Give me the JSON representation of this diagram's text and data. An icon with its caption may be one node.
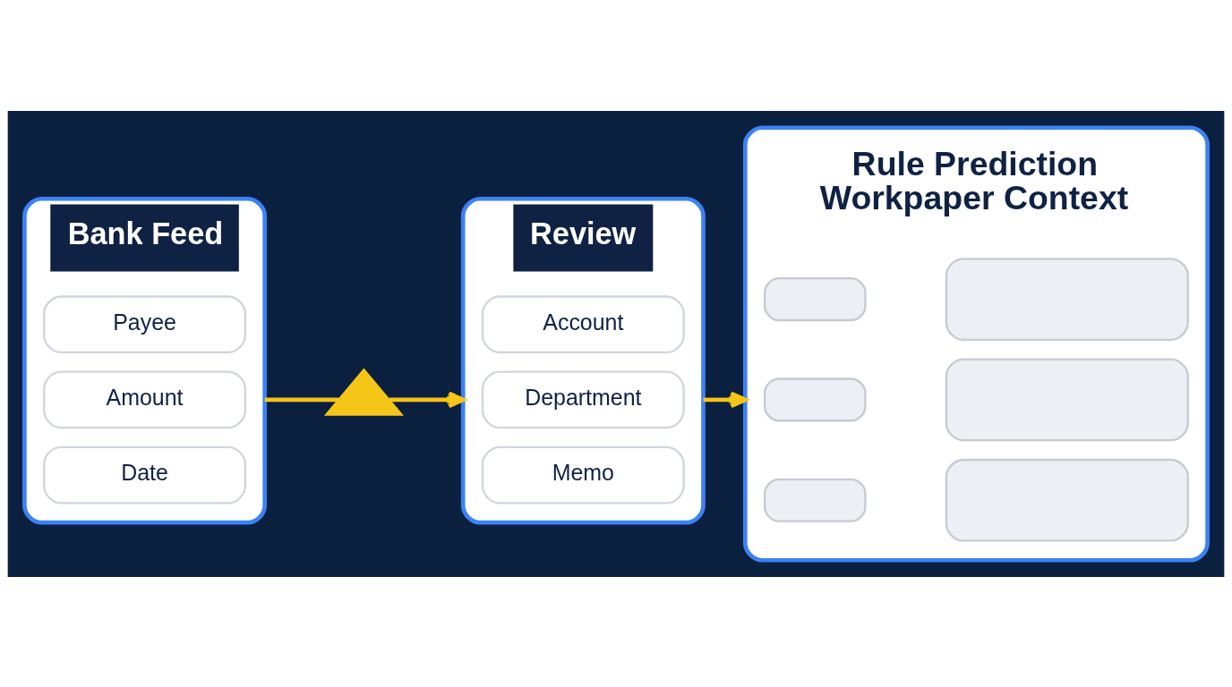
{
  "diagram": {
    "nodes": [
      {
        "text": [
          "Bank Feed"
        ]
      },
      {
        "text": [
          "Payee"
        ],
        "in": 0
      },
      {
        "text": [
          "Amount"
        ],
        "in": 0
      },
      {
        "text": [
          "Date"
        ],
        "in": 0
      },
      {
        "text": [],
        "shape": "triangle"
      },
      {
        "text": [
          "Review"
        ]
      },
      {
        "text": [
          "Account"
        ],
        "in": 5
      },
      {
        "text": [
          "Department"
        ],
        "in": 5
      },
      {
        "text": [
          "Memo"
        ],
        "in": 5
      },
      {
        "text": [
          "Rule Prediction",
          "Workpaper Context"
        ]
      },
      {
        "text": [],
        "shape": "box",
        "in": 9
      },
      {
        "text": [],
        "shape": "box",
        "in": 9
      },
      {
        "text": [],
        "shape": "box",
        "in": 9
      },
      {
        "text": [],
        "shape": "box",
        "in": 9
      },
      {
        "text": [],
        "shape": "box",
        "in": 9
      },
      {
        "text": [],
        "shape": "box",
        "in": 9
      }
    ],
    "edges": [
      {
        "from": 0,
        "to": 4,
        "arrow": "none"
      },
      {
        "from": 4,
        "to": 5,
        "arrow": "to"
      },
      {
        "from": 5,
        "to": 9,
        "arrow": "to"
      }
    ]
  }
}
